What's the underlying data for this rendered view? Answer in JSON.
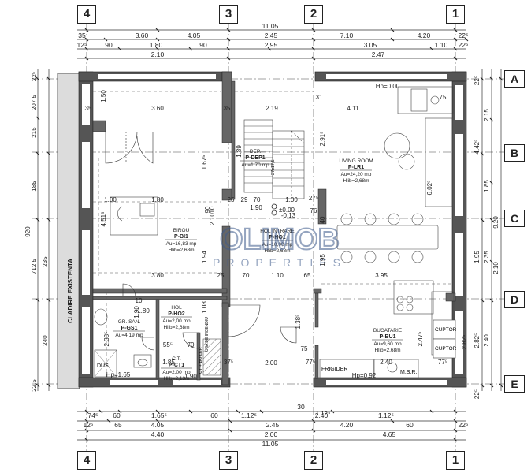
{
  "axes": {
    "columns": [
      "4",
      "3",
      "2",
      "1"
    ],
    "rows": [
      "A",
      "B",
      "C",
      "D",
      "E"
    ]
  },
  "dims_top": {
    "overall": "11.05",
    "row2": [
      "35",
      "3.60",
      "4.05",
      "2.45",
      "7.10",
      "4.20",
      "22⁵"
    ],
    "row3": [
      "12⁵",
      "90",
      "1.80",
      "90",
      "2.95",
      "3.05",
      "1.10",
      "22⁵"
    ],
    "row4": [
      "2.10",
      "2.47"
    ]
  },
  "dims_bottom": {
    "row1": [
      "74⁵",
      "60",
      "1.65⁵",
      "60",
      "1.12⁵",
      "2.40",
      "1.12⁵"
    ],
    "row2": [
      "12⁵",
      "65",
      "4.05",
      "2.45",
      "4.20",
      "60",
      "22⁵"
    ],
    "row3": [
      "4.40",
      "2.00",
      "4.65"
    ],
    "overall": "11.05",
    "mid": "30"
  },
  "dims_left": [
    "22⁵",
    "207.5",
    "215",
    "185",
    "920",
    "712.5",
    "235",
    "240",
    "22.5"
  ],
  "dims_right": [
    "22⁵",
    "2.15",
    "4.42⁵",
    "1.85",
    "9.20",
    "1.95",
    "2.35",
    "2.10",
    "2.82⁵",
    "2.40",
    "22⁵"
  ],
  "interior_dims": [
    "1.50",
    "3.60",
    "35",
    "35",
    "2.19",
    "31",
    "4.11",
    "75",
    "2.91⁵",
    "1.67⁵",
    "1.89",
    "1.00",
    "1.80",
    "25",
    "29",
    "70",
    "1.00",
    "27⁵",
    "1.90",
    "±0.00",
    "-0.13",
    "4.51⁵",
    "10",
    "90",
    "2.10",
    "6.02⁵",
    "76",
    "40",
    "1.95",
    "1.94",
    "3.80",
    "25",
    "70",
    "1.10",
    "65",
    "3.95",
    "10",
    "1.90",
    "1.80",
    "1.08",
    "2.38⁵",
    "1.38⁵",
    "55⁵",
    "70",
    "1.85",
    "1.90",
    "2.00",
    "75",
    "77⁵",
    "2.40",
    "77⁵",
    "2.47⁵",
    "Hp=1.65",
    "Hp=0.00",
    "Hp=0.92",
    "2.82⁵",
    "37⁵",
    "1.12⁵"
  ],
  "rooms": [
    {
      "name": "DEP.",
      "code": "P-DEP1",
      "area": "Au=1,70 mp"
    },
    {
      "name": "LIVING ROOM",
      "code": "P-LR1",
      "area": "Au=24,20 mp",
      "height": "Hlib=2,68m"
    },
    {
      "name": "BIROU",
      "code": "P-BI1",
      "area": "Au=16,83 mp",
      "height": "Hlib=2,68m"
    },
    {
      "name": "HOL INTRARE",
      "code": "P-HO1",
      "area": "Au=10,00 mp",
      "height": "Hlib=2,68m"
    },
    {
      "name": "HOL",
      "code": "P-HO2",
      "area": "Au=2,00 mp",
      "height": "Hlib=2,68m"
    },
    {
      "name": "GR. SAN.",
      "code": "P-GS1",
      "area": "Au=4,19 mp"
    },
    {
      "name": "C.T.",
      "code": "P-CT1",
      "area": "Au=2,00 mp",
      "height": "Hlib=2,13m"
    },
    {
      "name": "BUCATARIE",
      "code": "P-BU1",
      "area": "Au=9,60 mp",
      "height": "Hlib=2,68m"
    }
  ],
  "labels": {
    "existing": "CLADIRE EXISTENTA",
    "dus": "DUS",
    "frigider": "FRIGIDER",
    "msr": "M.S.R.",
    "cuptor1": "CUPTOR",
    "cuptor2": "CUPTOR",
    "boiler": "CT + BOILER",
    "usa": "USA DE INCENDIU",
    "stairs": "27x17,5"
  },
  "watermark": {
    "main": "OLIMOB",
    "sub": "PROPERTIES",
    "color": "#3e5a8c"
  }
}
